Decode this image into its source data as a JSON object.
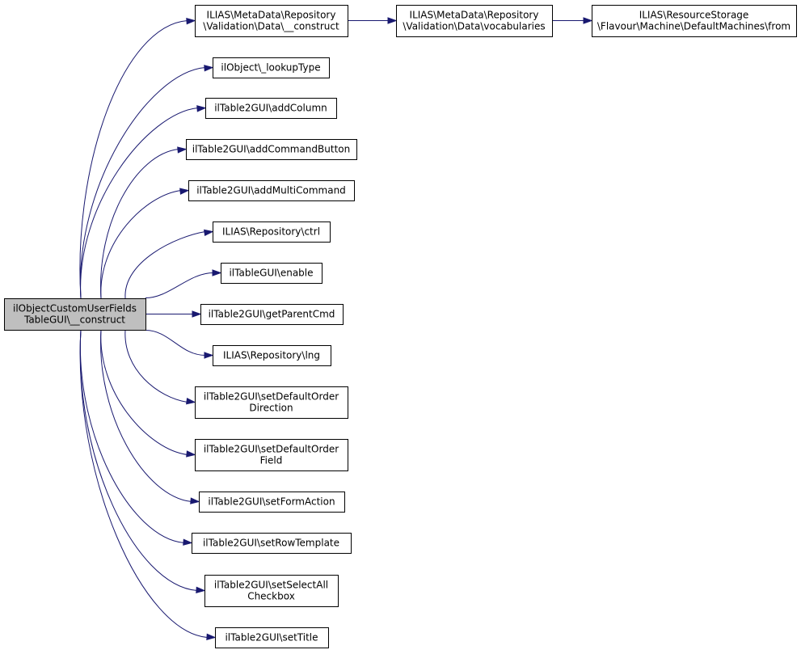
{
  "diagram": {
    "type": "call-graph",
    "colors": {
      "node_fill": "#ffffff",
      "root_fill": "#bfbfbf",
      "node_border": "#000000",
      "edge": "#191970"
    },
    "nodes": [
      {
        "id": "root",
        "lines": [
          "ilObjectCustomUserFields",
          "TableGUI\\__construct"
        ],
        "root": true
      },
      {
        "id": "mdcons",
        "lines": [
          "ILIAS\\MetaData\\Repository",
          "\\Validation\\Data\\__construct"
        ]
      },
      {
        "id": "mdvocab",
        "lines": [
          "ILIAS\\MetaData\\Repository",
          "\\Validation\\Data\\vocabularies"
        ]
      },
      {
        "id": "rsfrom",
        "lines": [
          "ILIAS\\ResourceStorage",
          "\\Flavour\\Machine\\DefaultMachines\\from"
        ]
      },
      {
        "id": "lookup",
        "lines": [
          "ilObject\\_lookupType"
        ]
      },
      {
        "id": "addcol",
        "lines": [
          "ilTable2GUI\\addColumn"
        ]
      },
      {
        "id": "addcmd",
        "lines": [
          "ilTable2GUI\\addCommandButton"
        ]
      },
      {
        "id": "addmulti",
        "lines": [
          "ilTable2GUI\\addMultiCommand"
        ]
      },
      {
        "id": "ctrl",
        "lines": [
          "ILIAS\\Repository\\ctrl"
        ]
      },
      {
        "id": "enable",
        "lines": [
          "ilTableGUI\\enable"
        ]
      },
      {
        "id": "getpar",
        "lines": [
          "ilTable2GUI\\getParentCmd"
        ]
      },
      {
        "id": "lng",
        "lines": [
          "ILIAS\\Repository\\lng"
        ]
      },
      {
        "id": "sodir",
        "lines": [
          "ilTable2GUI\\setDefaultOrder",
          "Direction"
        ]
      },
      {
        "id": "sofld",
        "lines": [
          "ilTable2GUI\\setDefaultOrder",
          "Field"
        ]
      },
      {
        "id": "setform",
        "lines": [
          "ilTable2GUI\\setFormAction"
        ]
      },
      {
        "id": "setrow",
        "lines": [
          "ilTable2GUI\\setRowTemplate"
        ]
      },
      {
        "id": "selall",
        "lines": [
          "ilTable2GUI\\setSelectAll",
          "Checkbox"
        ]
      },
      {
        "id": "settitle",
        "lines": [
          "ilTable2GUI\\setTitle"
        ]
      }
    ],
    "edges": [
      {
        "from": "root",
        "to": "mdcons"
      },
      {
        "from": "mdcons",
        "to": "mdvocab"
      },
      {
        "from": "mdvocab",
        "to": "rsfrom"
      },
      {
        "from": "root",
        "to": "lookup"
      },
      {
        "from": "root",
        "to": "addcol"
      },
      {
        "from": "root",
        "to": "addcmd"
      },
      {
        "from": "root",
        "to": "addmulti"
      },
      {
        "from": "root",
        "to": "ctrl"
      },
      {
        "from": "root",
        "to": "enable"
      },
      {
        "from": "root",
        "to": "getpar"
      },
      {
        "from": "root",
        "to": "lng"
      },
      {
        "from": "root",
        "to": "sodir"
      },
      {
        "from": "root",
        "to": "sofld"
      },
      {
        "from": "root",
        "to": "setform"
      },
      {
        "from": "root",
        "to": "setrow"
      },
      {
        "from": "root",
        "to": "selall"
      },
      {
        "from": "root",
        "to": "settitle"
      }
    ]
  }
}
